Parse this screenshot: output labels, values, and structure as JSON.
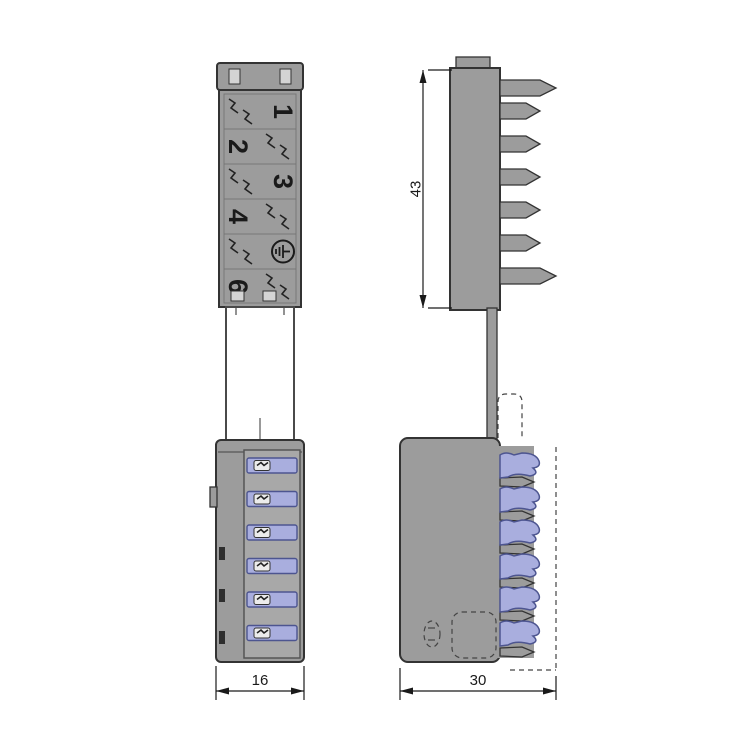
{
  "drawing_title": "connector-technical-drawing",
  "front_view": {
    "poles": [
      "1",
      "2",
      "3",
      "4",
      "6"
    ],
    "symbols": {
      "pole_5": "earth-ground"
    },
    "dim_width": "16"
  },
  "side_view": {
    "dim_height": "43",
    "dim_depth": "30"
  },
  "colors": {
    "body_gray": "#9c9c9c",
    "outline": "#333333",
    "contact_purple": "#a9aede",
    "contact_outline": "#4d5590",
    "dimension": "#1a1a1a",
    "background": "#ffffff"
  }
}
